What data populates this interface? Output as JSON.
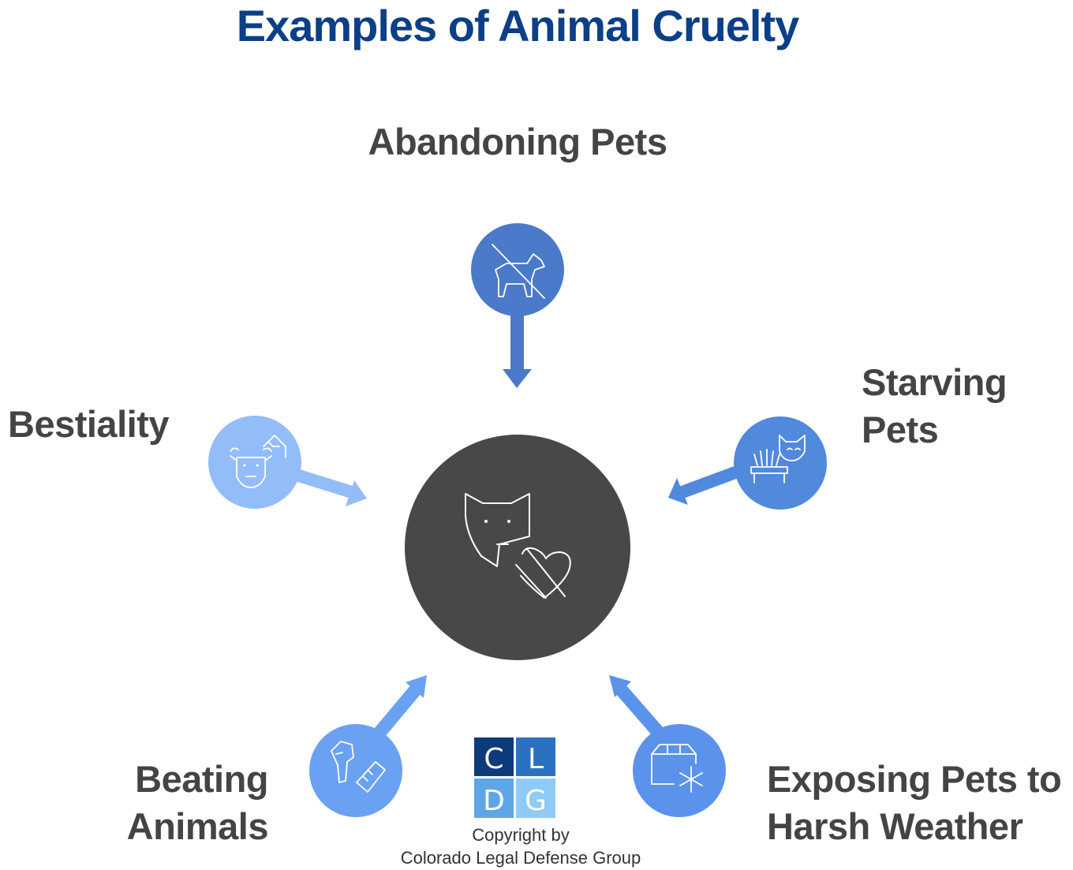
{
  "title": "Examples of Animal Cruelty",
  "center": {
    "icon": "cat-broken-heart-icon"
  },
  "nodes": [
    {
      "id": "abandoning",
      "lines": [
        "Abandoning Pets"
      ],
      "icon": "no-dog-icon",
      "color": "#4a7ac9"
    },
    {
      "id": "starving",
      "lines": [
        "Starving",
        "Pets"
      ],
      "icon": "cat-empty-bowl-icon",
      "color": "#5189dd"
    },
    {
      "id": "exposing",
      "lines": [
        "Exposing Pets to",
        "Harsh Weather"
      ],
      "icon": "box-snowflake-icon",
      "color": "#5b93ec"
    },
    {
      "id": "beating",
      "lines": [
        "Beating",
        "Animals"
      ],
      "icon": "dog-hit-icon",
      "color": "#6aa1f2"
    },
    {
      "id": "bestiality",
      "lines": [
        "Bestiality"
      ],
      "icon": "cow-icon",
      "color": "#93bdf9"
    }
  ],
  "colors": {
    "title": "#0b3f86",
    "center": "#484848",
    "label": "#444444"
  },
  "logo": {
    "letters": [
      "C",
      "L",
      "D",
      "G"
    ],
    "colors": [
      "#0d3a7a",
      "#2a71c2",
      "#5ea6e6",
      "#8fcaf8"
    ]
  },
  "copyright": {
    "line1": "Copyright by",
    "line2": "Colorado Legal Defense Group"
  }
}
